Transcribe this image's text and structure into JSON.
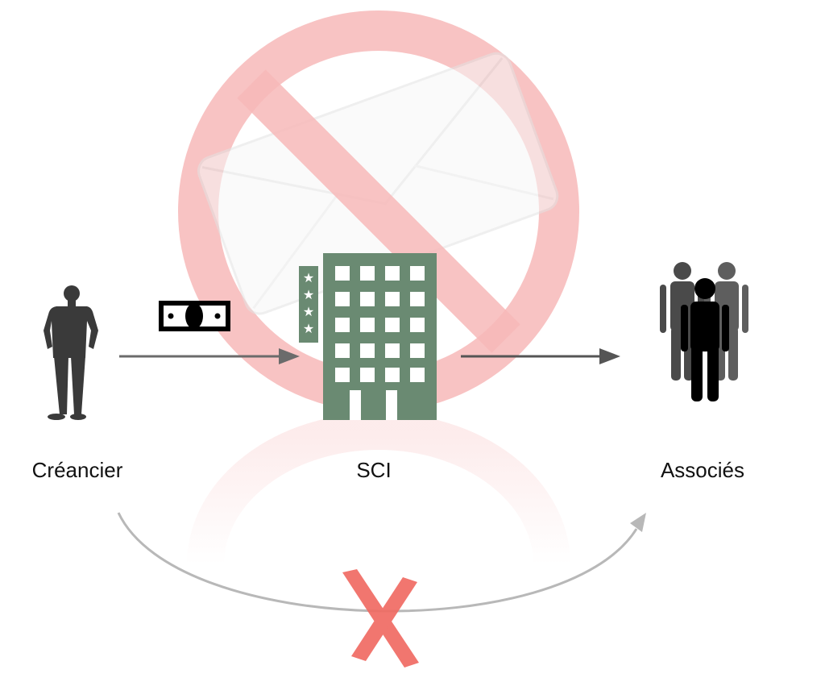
{
  "labels": {
    "creditor": "Créancier",
    "company": "SCI",
    "partners": "Associés"
  },
  "icons": {
    "prohibition": "no-entry-sign",
    "document": "envelope-icon",
    "creditor": "standing-person-icon",
    "money": "banknote-icon",
    "company": "hotel-building-icon",
    "partners": "group-of-people-icon",
    "blocked": "red-cross-icon"
  },
  "building_stars": [
    "★",
    "★",
    "★",
    "★"
  ],
  "colors": {
    "prohibition": "#f7b9b9",
    "building": "#6a8a72",
    "person": "#3a3a3a",
    "arrow": "#6b6b6b",
    "curve_arrow": "#b8b8b8",
    "cross": "#f06b63"
  }
}
